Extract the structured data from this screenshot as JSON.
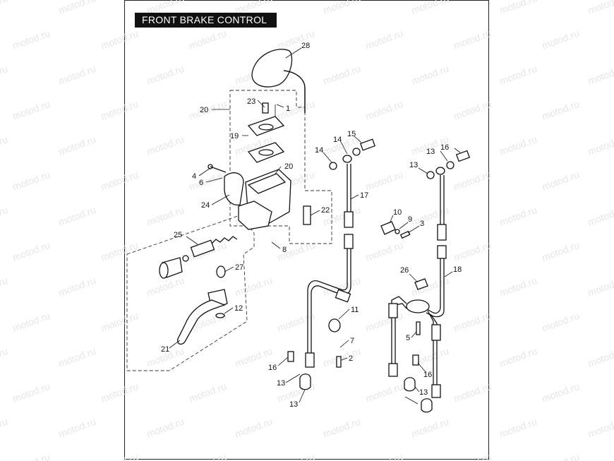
{
  "title": "FRONT BRAKE CONTROL",
  "watermark": "motod.ru",
  "colors": {
    "line": "#111111",
    "banner": "#111111",
    "banner_text": "#ffffff",
    "watermark": "#e6e6e6"
  },
  "callouts": [
    {
      "id": "c28",
      "text": "28"
    },
    {
      "id": "c20a",
      "text": "20"
    },
    {
      "id": "c23",
      "text": "23"
    },
    {
      "id": "c1",
      "text": "1"
    },
    {
      "id": "c19",
      "text": "19"
    },
    {
      "id": "c20b",
      "text": "20"
    },
    {
      "id": "c4",
      "text": "4"
    },
    {
      "id": "c6",
      "text": "6"
    },
    {
      "id": "c24",
      "text": "24"
    },
    {
      "id": "c22",
      "text": "22"
    },
    {
      "id": "c25",
      "text": "25"
    },
    {
      "id": "c8",
      "text": "8"
    },
    {
      "id": "c27",
      "text": "27"
    },
    {
      "id": "c12",
      "text": "12"
    },
    {
      "id": "c21",
      "text": "21"
    },
    {
      "id": "c14a",
      "text": "14"
    },
    {
      "id": "c14b",
      "text": "14"
    },
    {
      "id": "c15",
      "text": "15"
    },
    {
      "id": "c17",
      "text": "17"
    },
    {
      "id": "c11",
      "text": "11"
    },
    {
      "id": "c7",
      "text": "7"
    },
    {
      "id": "c2",
      "text": "2"
    },
    {
      "id": "c16a",
      "text": "16"
    },
    {
      "id": "c13a",
      "text": "13"
    },
    {
      "id": "c13b",
      "text": "13"
    },
    {
      "id": "c10",
      "text": "10"
    },
    {
      "id": "c9",
      "text": "9"
    },
    {
      "id": "c3",
      "text": "3"
    },
    {
      "id": "c13c",
      "text": "13"
    },
    {
      "id": "c16b",
      "text": "16"
    },
    {
      "id": "c13d",
      "text": "13"
    },
    {
      "id": "c26",
      "text": "26"
    },
    {
      "id": "c18",
      "text": "18"
    },
    {
      "id": "c5",
      "text": "5"
    },
    {
      "id": "c16c",
      "text": "16"
    },
    {
      "id": "c13e",
      "text": "13"
    }
  ]
}
